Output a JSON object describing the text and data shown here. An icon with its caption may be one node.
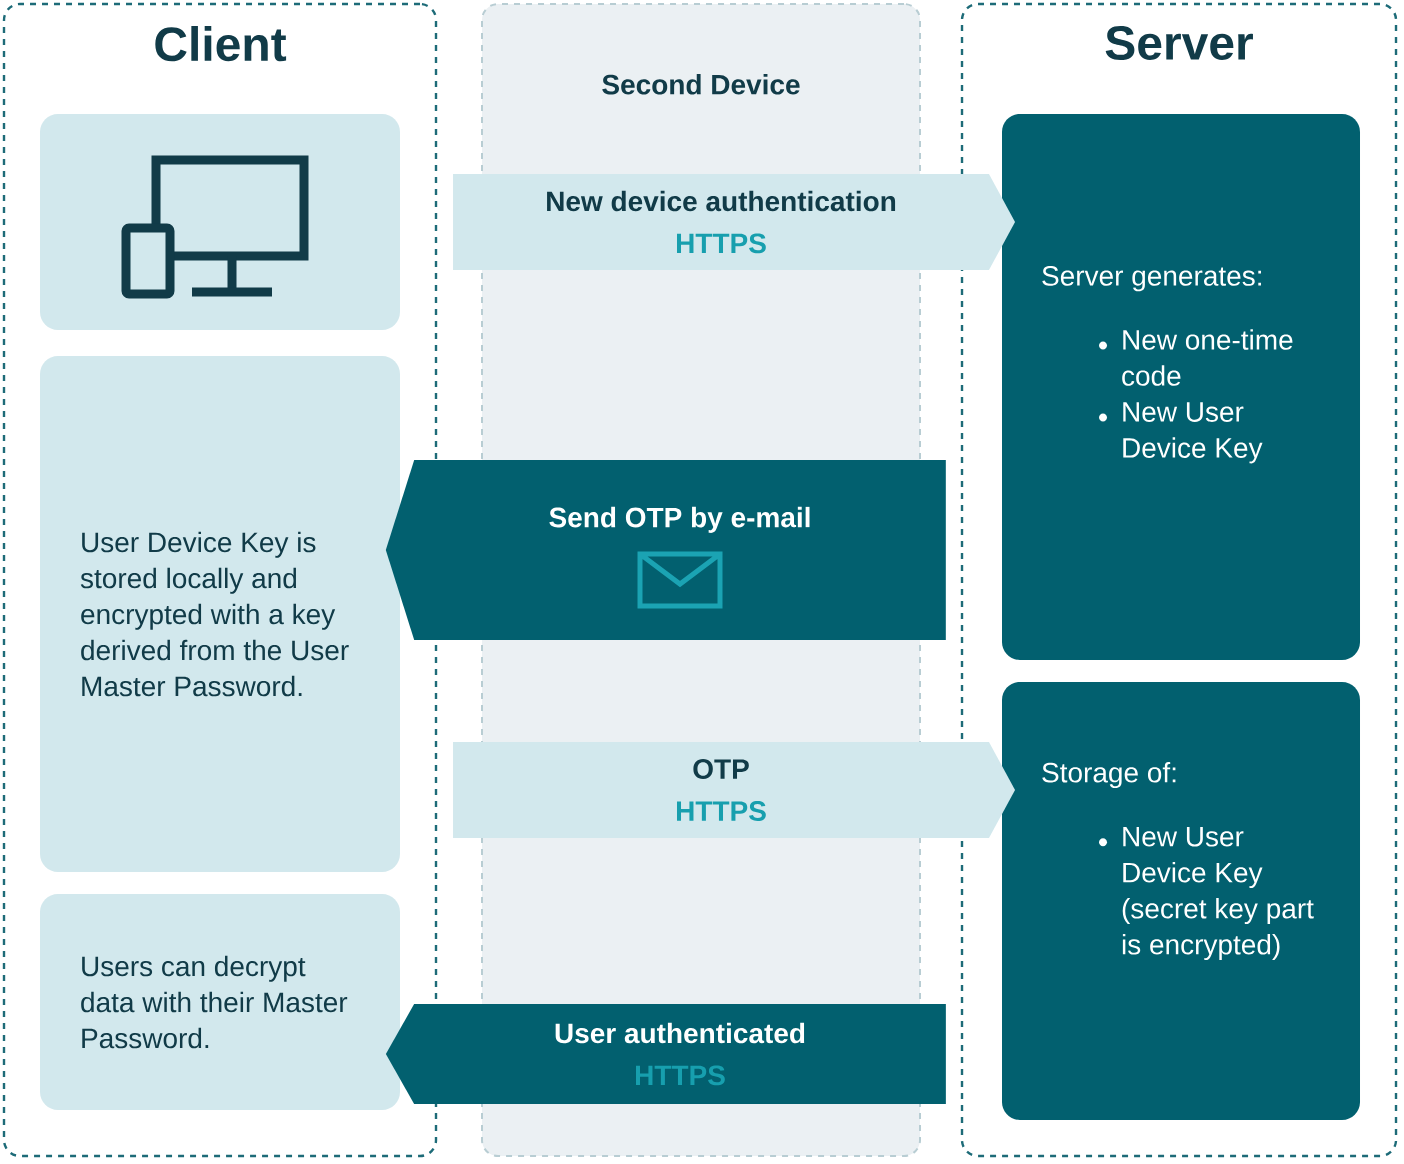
{
  "diagram": {
    "nodes": [
      {
        "text": [
          "Client"
        ]
      },
      {
        "text": [
          "Second Device"
        ]
      },
      {
        "text": [
          "Server"
        ]
      },
      {
        "text": [],
        "shape": "box",
        "in": 0
      },
      {
        "text": [
          "User Device Key is stored locally and encrypted with a key derived from the User Master Password."
        ],
        "in": 0
      },
      {
        "text": [
          "Users can decrypt data with their Master Password."
        ],
        "in": 0
      },
      {
        "text": [
          "Server generates:",
          "New one-time code",
          "New User Device Key"
        ],
        "in": 2
      },
      {
        "text": [
          "Storage of:",
          "New User Device Key (secret key part is encrypted)"
        ],
        "in": 2
      },
      {
        "text": [
          "New device authentication",
          "HTTPS"
        ]
      },
      {
        "text": [
          "Send OTP by e-mail"
        ]
      },
      {
        "text": [
          "OTP",
          "HTTPS"
        ]
      },
      {
        "text": [
          "User authenticated",
          "HTTPS"
        ]
      }
    ]
  }
}
